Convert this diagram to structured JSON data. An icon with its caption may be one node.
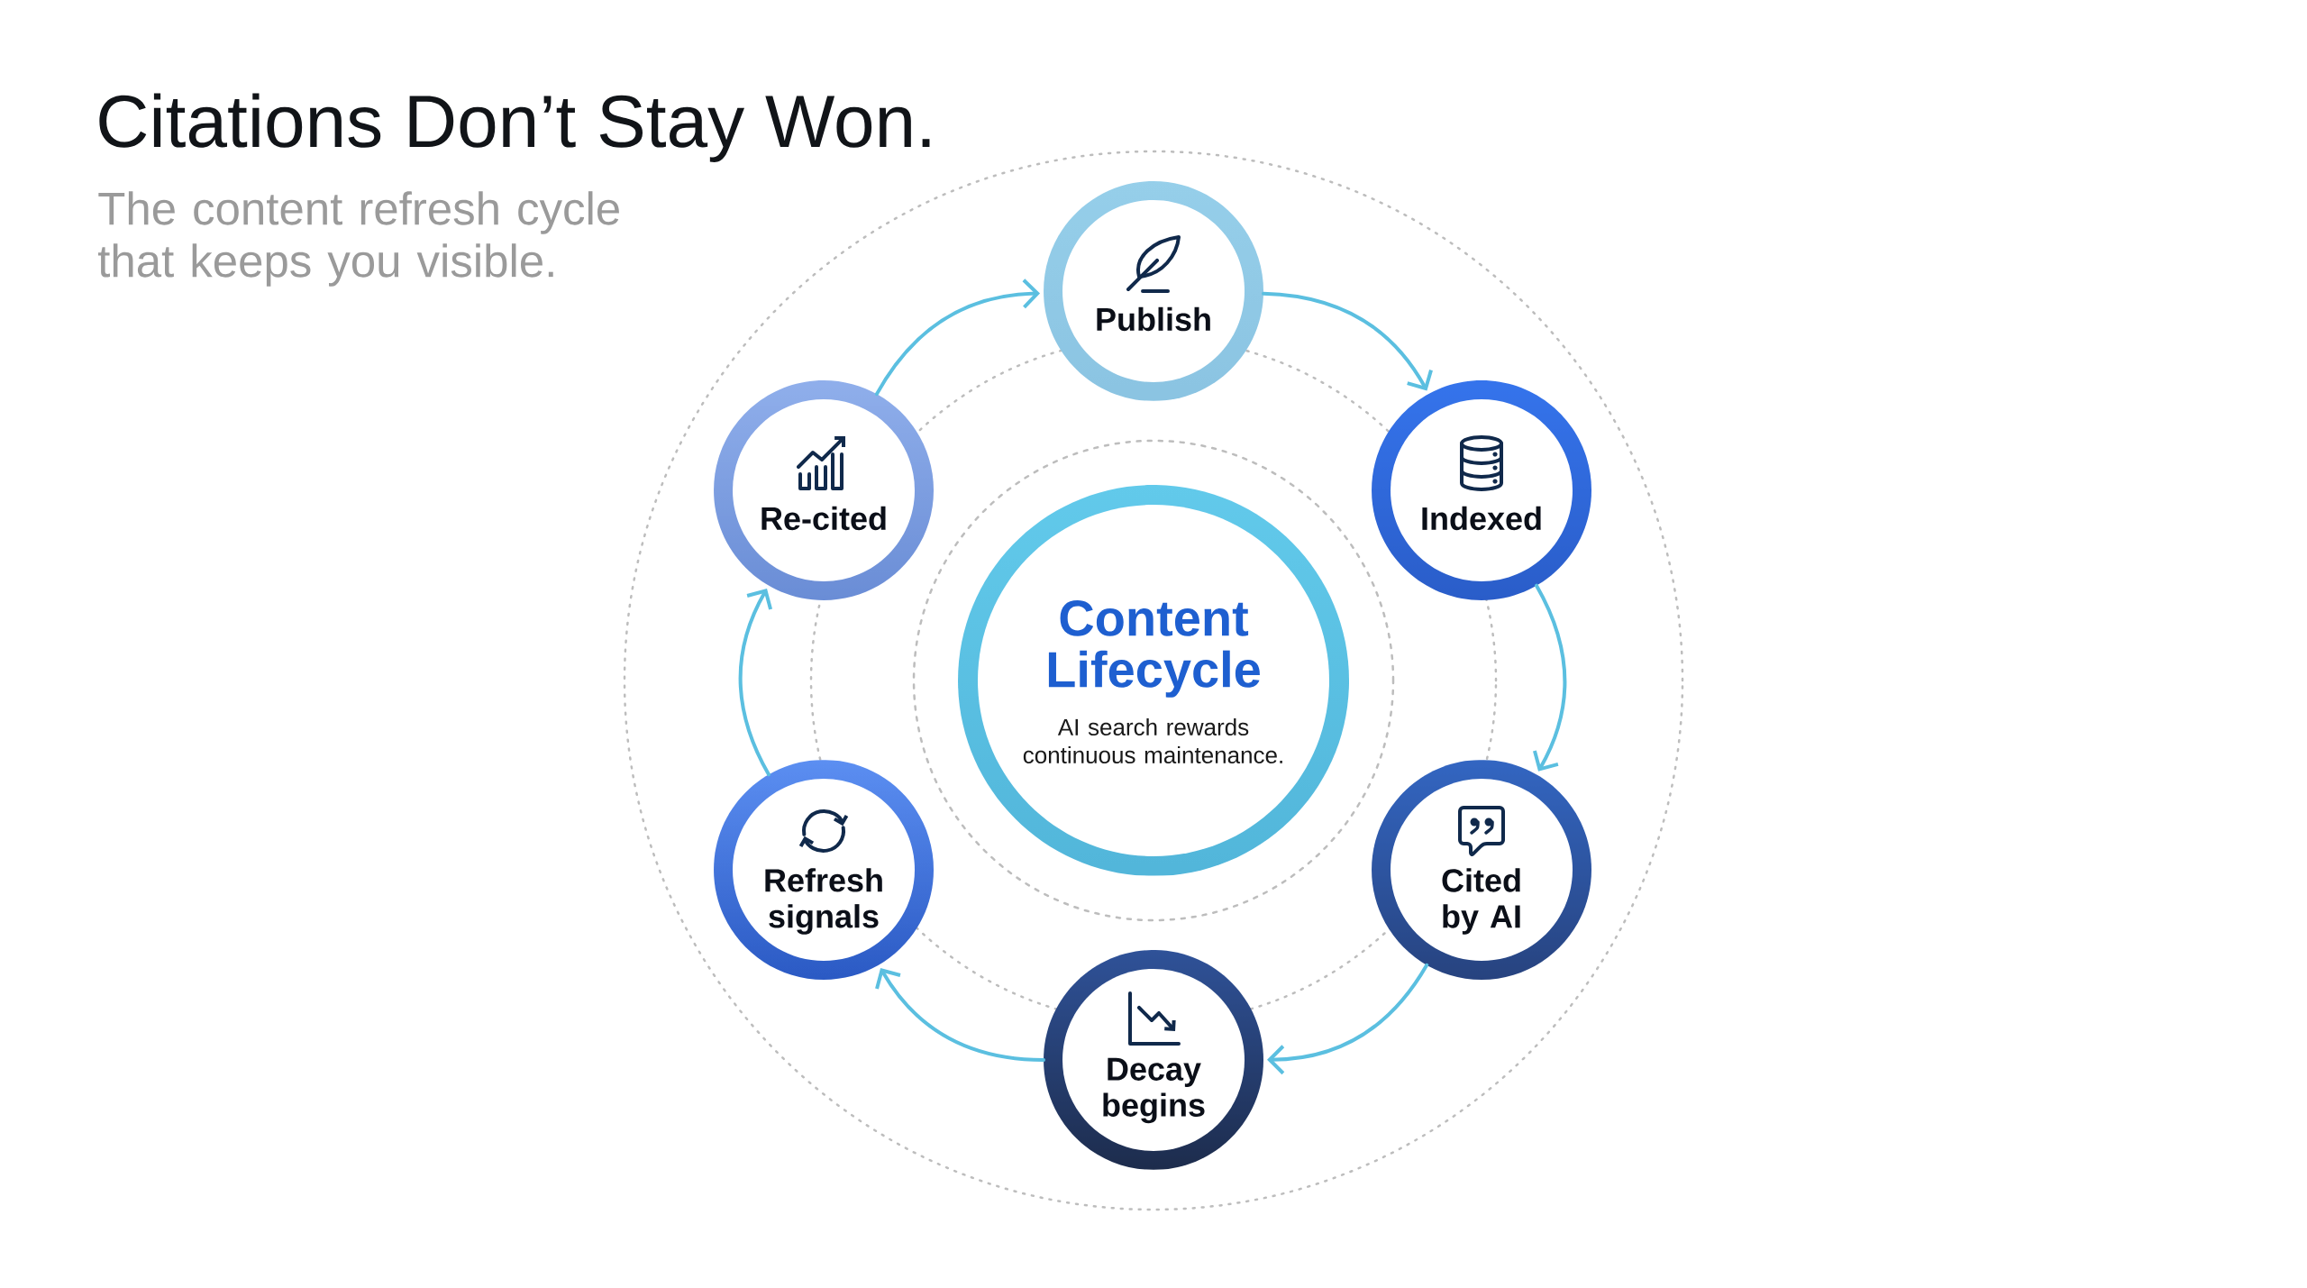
{
  "diagram": {
    "title": "Citations Don’t Stay Won.",
    "nodes": [
      {
        "text": [
          "Publish"
        ]
      },
      {
        "text": [
          "Indexed"
        ]
      },
      {
        "text": [
          "Cited by AI"
        ]
      },
      {
        "text": [
          "Decay begins"
        ]
      },
      {
        "text": [
          "Refresh signals"
        ]
      },
      {
        "text": [
          "Re-cited"
        ]
      },
      {
        "text": [
          "Content Lifecycle",
          "AI search rewards continuous maintenance."
        ]
      }
    ],
    "edges": [
      {
        "from": 0,
        "to": 1,
        "arrow": "to"
      },
      {
        "from": 1,
        "to": 2,
        "arrow": "to"
      },
      {
        "from": 2,
        "to": 3,
        "arrow": "to"
      },
      {
        "from": 3,
        "to": 4,
        "arrow": "to"
      },
      {
        "from": 4,
        "to": 5,
        "arrow": "to"
      },
      {
        "from": 5,
        "to": 0,
        "arrow": "to"
      }
    ],
    "labels": [
      "The content refresh cycle that keeps you visible."
    ]
  }
}
